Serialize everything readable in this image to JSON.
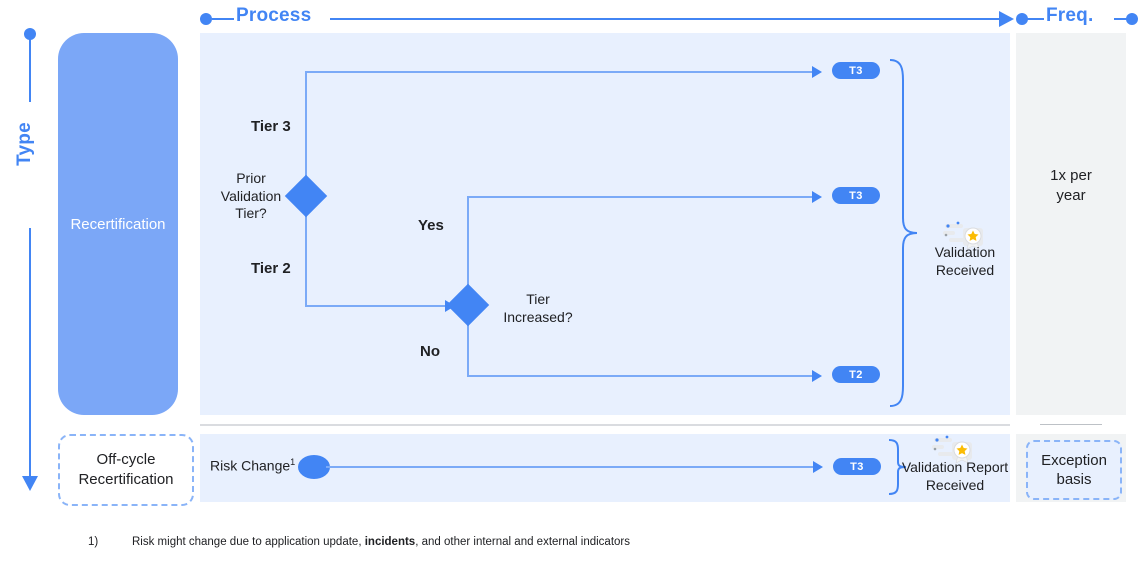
{
  "axes": {
    "process": "Process",
    "freq": "Freq.",
    "type": "Type"
  },
  "type_column": {
    "recertification": "Recertification",
    "offcycle_line1": "Off-cycle",
    "offcycle_line2": "Recertification"
  },
  "flow": {
    "decision1": {
      "line1": "Prior",
      "line2": "Validation",
      "line3": "Tier?"
    },
    "decision2": {
      "line1": "Tier",
      "line2": "Increased?"
    },
    "branch_tier3": "Tier 3",
    "branch_tier2": "Tier 2",
    "branch_yes": "Yes",
    "branch_no": "No",
    "pill_top": "T3",
    "pill_mid": "T3",
    "pill_bottom": "T2",
    "outcome": {
      "line1": "Validation",
      "line2": "Received"
    }
  },
  "offcycle_flow": {
    "start_label": "Risk Change",
    "start_superscript": "1",
    "pill": "T3",
    "outcome": {
      "line1": "Validation Report",
      "line2": "Received"
    }
  },
  "frequency": {
    "recurring_line1": "1x per",
    "recurring_line2": "year",
    "exception_line1": "Exception",
    "exception_line2": "basis"
  },
  "footnote": {
    "marker": "1)",
    "text_before": "Risk might change due to application update, ",
    "text_bold": "incidents",
    "text_after": ", and other internal and external indicators"
  },
  "colors": {
    "accent": "#4285F4",
    "line": "#7BAAF7",
    "panel_process": "#E8F0FE",
    "panel_freq": "#F1F3F4",
    "block_recert": "#7BA7F7",
    "star": "#FBBC04"
  }
}
